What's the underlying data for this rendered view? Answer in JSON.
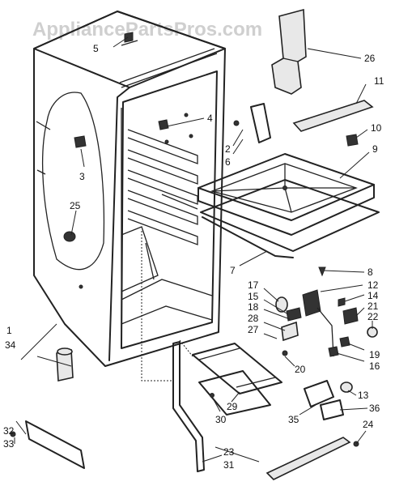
{
  "watermark": "AppliancePartsPros.com",
  "callouts": [
    {
      "id": "c1",
      "label": "1"
    },
    {
      "id": "c2",
      "label": "2"
    },
    {
      "id": "c3",
      "label": "3"
    },
    {
      "id": "c4",
      "label": "4"
    },
    {
      "id": "c5",
      "label": "5"
    },
    {
      "id": "c6",
      "label": "6"
    },
    {
      "id": "c7",
      "label": "7"
    },
    {
      "id": "c8",
      "label": "8"
    },
    {
      "id": "c9",
      "label": "9"
    },
    {
      "id": "c10",
      "label": "10"
    },
    {
      "id": "c11",
      "label": "11"
    },
    {
      "id": "c12",
      "label": "12"
    },
    {
      "id": "c13",
      "label": "13"
    },
    {
      "id": "c14",
      "label": "14"
    },
    {
      "id": "c15",
      "label": "15"
    },
    {
      "id": "c16",
      "label": "16"
    },
    {
      "id": "c17",
      "label": "17"
    },
    {
      "id": "c18",
      "label": "18"
    },
    {
      "id": "c19",
      "label": "19"
    },
    {
      "id": "c20",
      "label": "20"
    },
    {
      "id": "c21",
      "label": "21"
    },
    {
      "id": "c22",
      "label": "22"
    },
    {
      "id": "c23",
      "label": "23"
    },
    {
      "id": "c24",
      "label": "24"
    },
    {
      "id": "c25",
      "label": "25"
    },
    {
      "id": "c26",
      "label": "26"
    },
    {
      "id": "c27",
      "label": "27"
    },
    {
      "id": "c28",
      "label": "28"
    },
    {
      "id": "c29",
      "label": "29"
    },
    {
      "id": "c30",
      "label": "30"
    },
    {
      "id": "c31",
      "label": "31"
    },
    {
      "id": "c32",
      "label": "32"
    },
    {
      "id": "c33",
      "label": "33"
    },
    {
      "id": "c34",
      "label": "34"
    },
    {
      "id": "c35",
      "label": "35"
    },
    {
      "id": "c36",
      "label": "36"
    }
  ]
}
